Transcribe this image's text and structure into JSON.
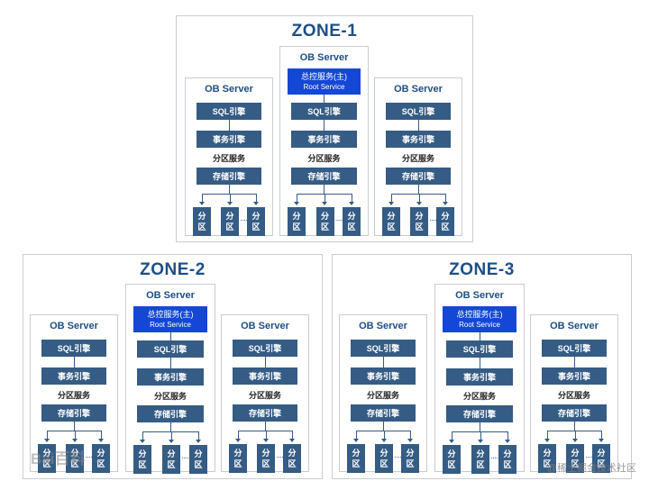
{
  "labels": {
    "ob_server": "OB Server",
    "sql": "SQL引擎",
    "txn": "事务引擎",
    "partition_service": "分区服务",
    "storage": "存储引擎",
    "root_cn": "总控服务(主)",
    "root_en": "Root Service",
    "part_top": "分",
    "part_bottom": "区",
    "ellipsis": "······"
  },
  "zones": [
    {
      "title": "ZONE-1"
    },
    {
      "title": "ZONE-2"
    },
    {
      "title": "ZONE-3"
    }
  ],
  "watermarks": {
    "left": "Bai百科",
    "right": "@稀土掘金技术社区"
  },
  "colors": {
    "zone_title": "#1e4f86",
    "engine_box": "#355c85",
    "root_service": "#1447d6",
    "border": "#c9cdd4"
  }
}
